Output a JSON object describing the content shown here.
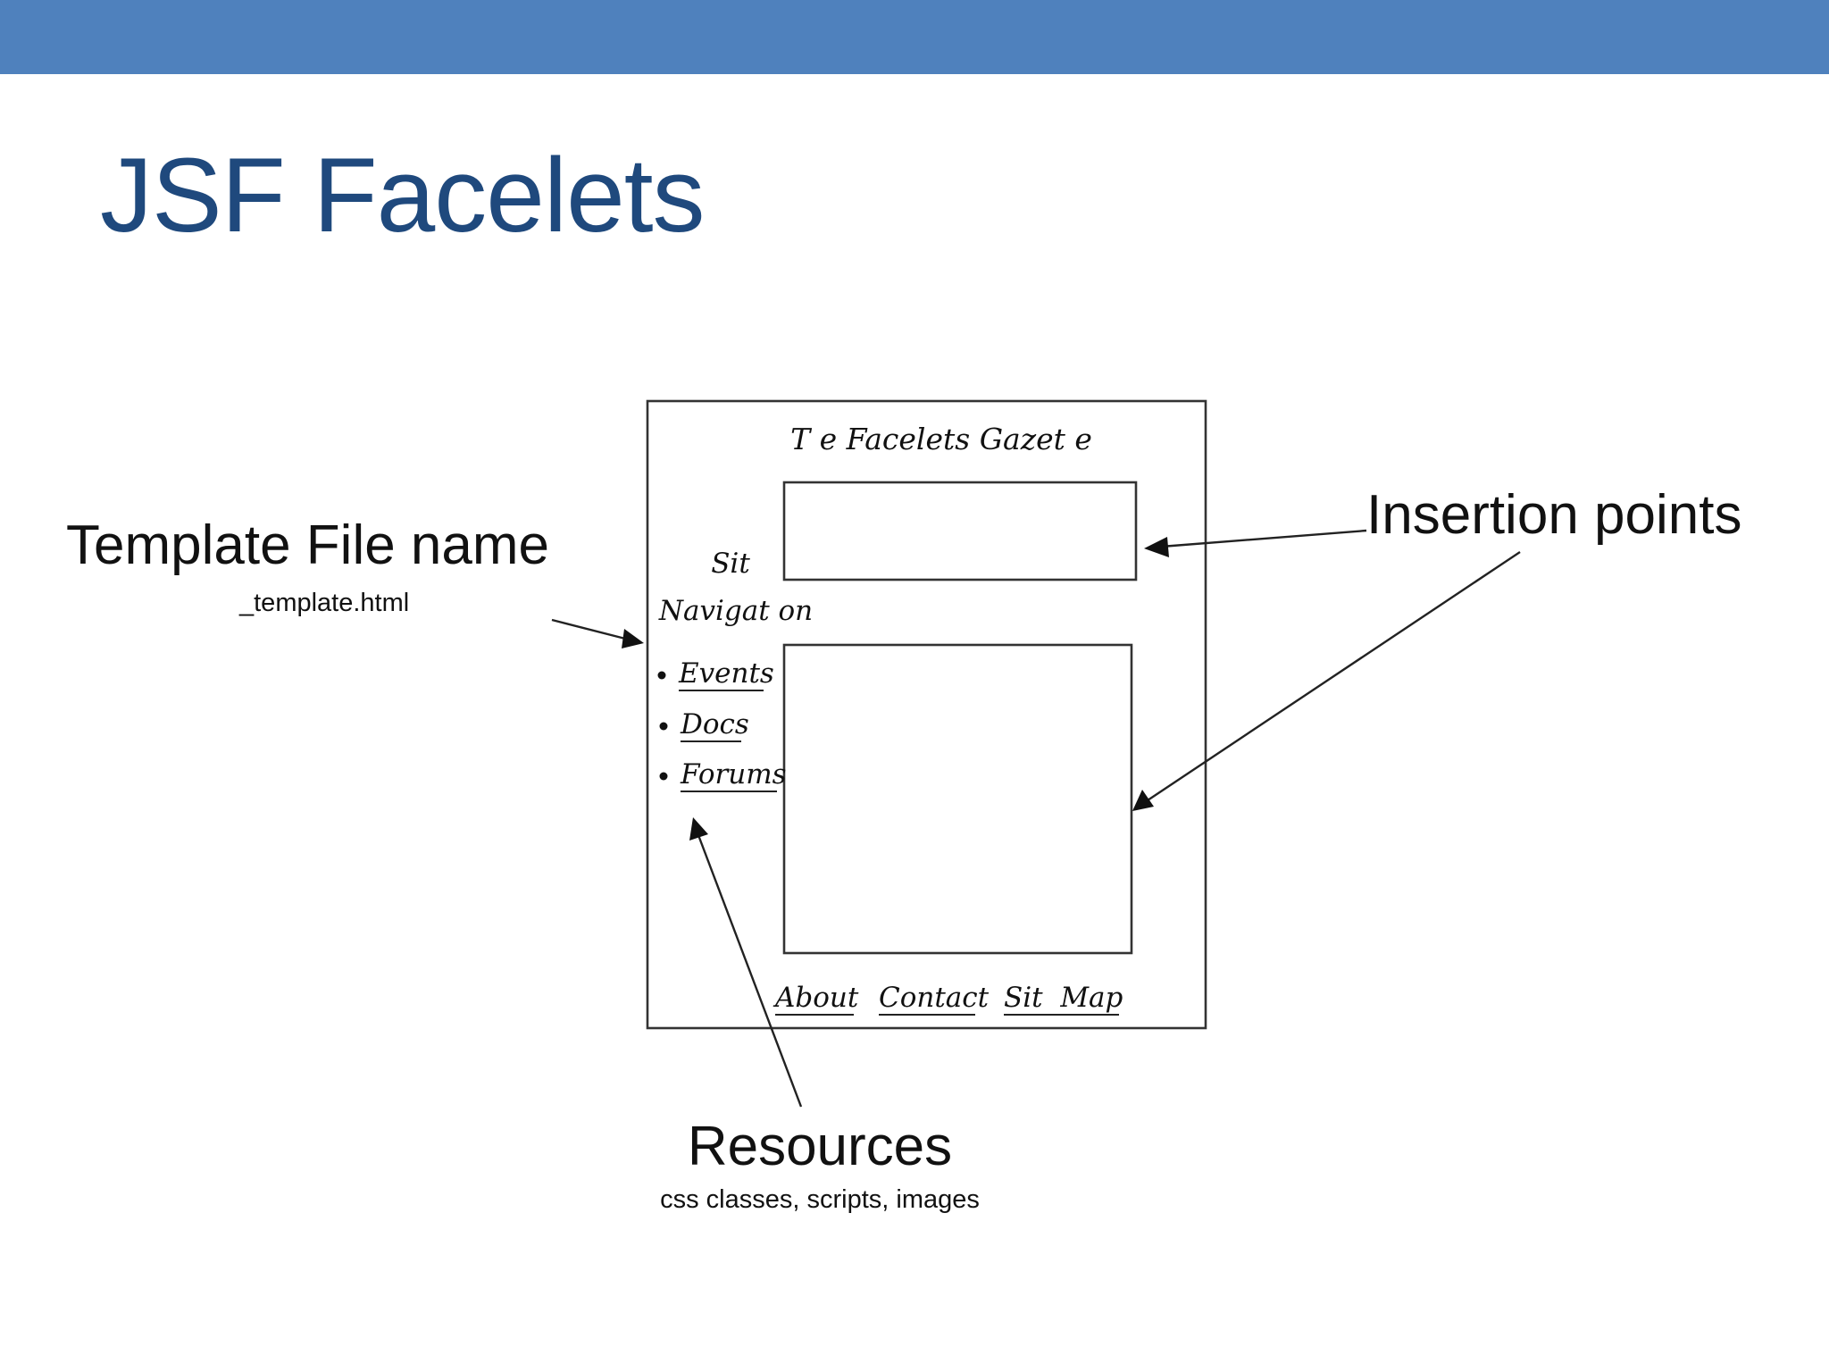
{
  "slide": {
    "title": "JSF Facelets",
    "accent_color": "#4f81bd",
    "title_color": "#1f497d"
  },
  "diagram": {
    "page_title": "T e Facelets Gazet e",
    "nav_heading_line1": "Sit",
    "nav_heading_line2": "Navigat on",
    "nav_links": [
      "Events",
      "Docs",
      "Forums"
    ],
    "footer_links": [
      "About",
      "Contact",
      "Sit  Map"
    ]
  },
  "callouts": {
    "template": {
      "title": "Template File name",
      "subtitle": "_template.html"
    },
    "insertion": {
      "title": "Insertion points"
    },
    "resources": {
      "title": "Resources",
      "subtitle": "css classes, scripts, images"
    }
  }
}
